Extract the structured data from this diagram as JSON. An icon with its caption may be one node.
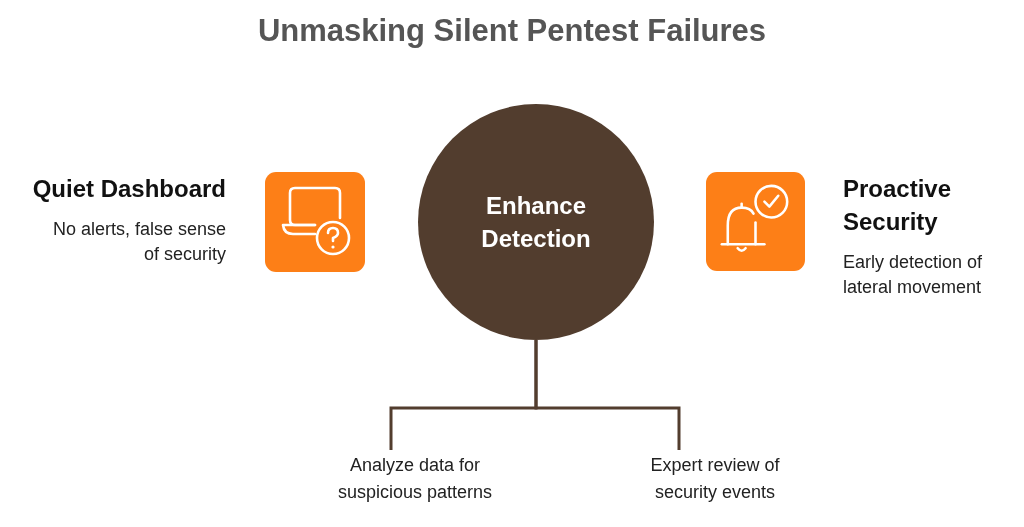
{
  "diagram": {
    "title": "Unmasking Silent Pentest Failures",
    "nodes": [
      {
        "text": [],
        "shape": "box",
        "beside": [
          "Quiet Dashboard",
          "No alerts, false sense of security"
        ]
      },
      {
        "text": [
          "Enhance Detection"
        ]
      },
      {
        "text": [],
        "shape": "box",
        "beside": [
          "Proactive Security",
          "Early detection of lateral movement"
        ]
      },
      {
        "text": [
          "Analyze data for suspicious patterns"
        ]
      },
      {
        "text": [
          "Expert review of security events"
        ]
      }
    ],
    "edges": [
      {
        "from": 1,
        "to": 3,
        "arrow": "none"
      },
      {
        "from": 1,
        "to": 4,
        "arrow": "none"
      }
    ]
  }
}
